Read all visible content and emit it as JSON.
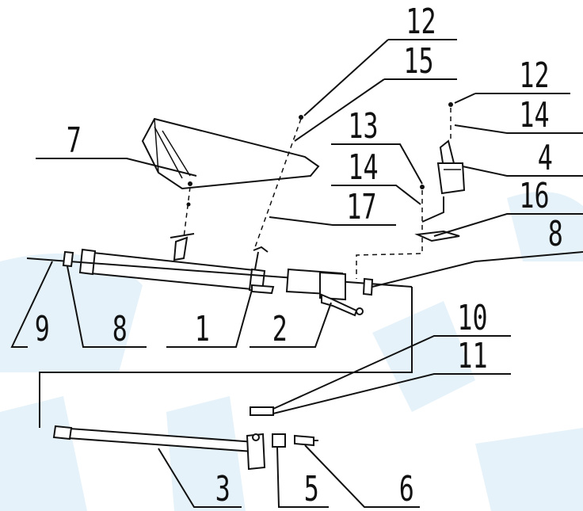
{
  "diagram": {
    "callouts": [
      {
        "id": "c12a",
        "text": "12"
      },
      {
        "id": "c15",
        "text": "15"
      },
      {
        "id": "c12b",
        "text": "12"
      },
      {
        "id": "c14a",
        "text": "14"
      },
      {
        "id": "c7",
        "text": "7"
      },
      {
        "id": "c13",
        "text": "13"
      },
      {
        "id": "c4",
        "text": "4"
      },
      {
        "id": "c14b",
        "text": "14"
      },
      {
        "id": "c17",
        "text": "17"
      },
      {
        "id": "c16",
        "text": "16"
      },
      {
        "id": "c8a",
        "text": "8"
      },
      {
        "id": "c9",
        "text": "9"
      },
      {
        "id": "c8b",
        "text": "8"
      },
      {
        "id": "c1",
        "text": "1"
      },
      {
        "id": "c2",
        "text": "2"
      },
      {
        "id": "c10",
        "text": "10"
      },
      {
        "id": "c11",
        "text": "11"
      },
      {
        "id": "c3",
        "text": "3"
      },
      {
        "id": "c5",
        "text": "5"
      },
      {
        "id": "c6",
        "text": "6"
      }
    ]
  }
}
